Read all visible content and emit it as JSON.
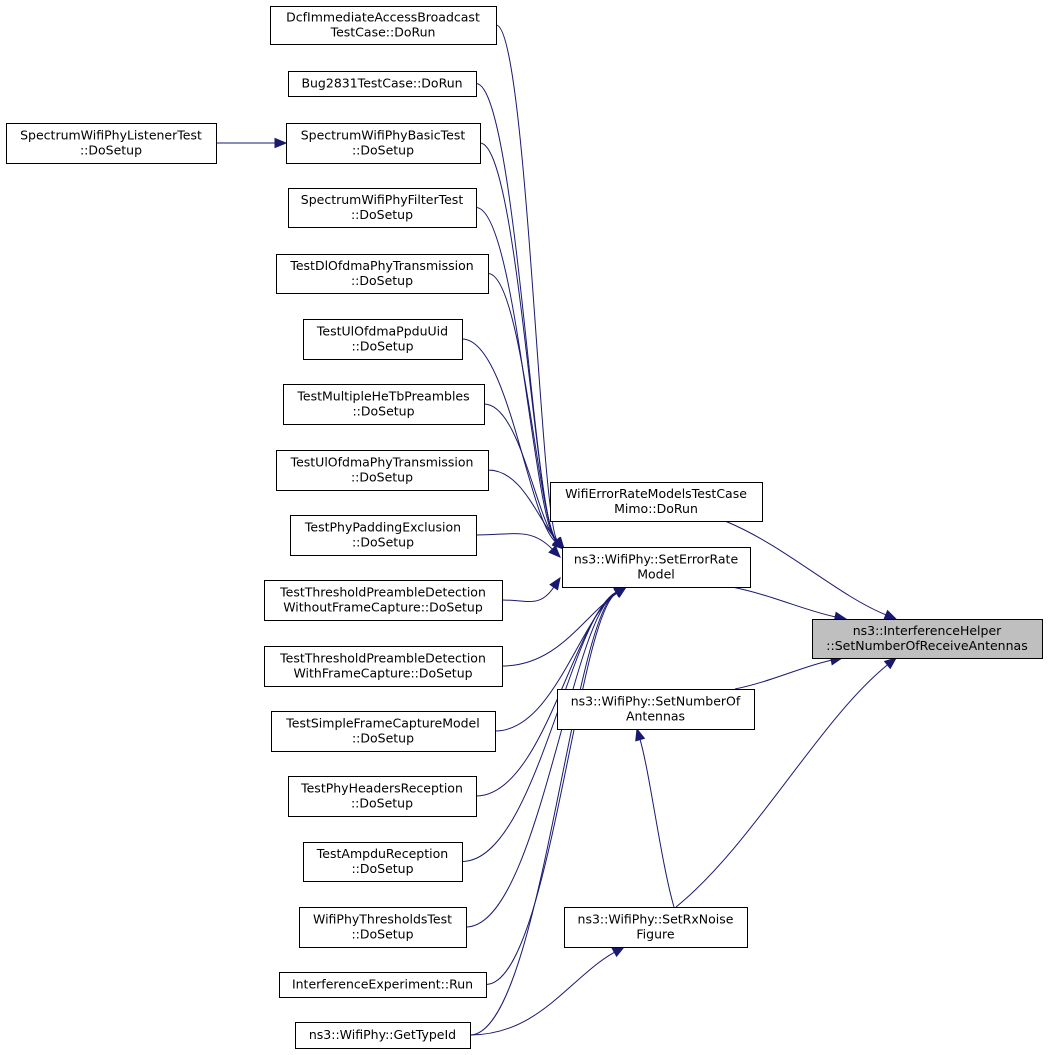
{
  "diagram": {
    "nodes": [
      {
        "id": "dcf",
        "lines": [
          "DcfImmediateAccessBroadcast",
          "TestCase::DoRun"
        ]
      },
      {
        "id": "bug2831",
        "lines": [
          "Bug2831TestCase::DoRun"
        ]
      },
      {
        "id": "listener",
        "lines": [
          "SpectrumWifiPhyListenerTest",
          "::DoSetup"
        ]
      },
      {
        "id": "basic",
        "lines": [
          "SpectrumWifiPhyBasicTest",
          "::DoSetup"
        ]
      },
      {
        "id": "filter",
        "lines": [
          "SpectrumWifiPhyFilterTest",
          "::DoSetup"
        ]
      },
      {
        "id": "dlofdma",
        "lines": [
          "TestDlOfdmaPhyTransmission",
          "::DoSetup"
        ]
      },
      {
        "id": "ulppdu",
        "lines": [
          "TestUlOfdmaPpduUid",
          "::DoSetup"
        ]
      },
      {
        "id": "multihetb",
        "lines": [
          "TestMultipleHeTbPreambles",
          "::DoSetup"
        ]
      },
      {
        "id": "ulofdma",
        "lines": [
          "TestUlOfdmaPhyTransmission",
          "::DoSetup"
        ]
      },
      {
        "id": "padding",
        "lines": [
          "TestPhyPaddingExclusion",
          "::DoSetup"
        ]
      },
      {
        "id": "thrwo",
        "lines": [
          "TestThresholdPreambleDetection",
          "WithoutFrameCapture::DoSetup"
        ]
      },
      {
        "id": "thrwith",
        "lines": [
          "TestThresholdPreambleDetection",
          "WithFrameCapture::DoSetup"
        ]
      },
      {
        "id": "simplecap",
        "lines": [
          "TestSimpleFrameCaptureModel",
          "::DoSetup"
        ]
      },
      {
        "id": "headers",
        "lines": [
          "TestPhyHeadersReception",
          "::DoSetup"
        ]
      },
      {
        "id": "ampdu",
        "lines": [
          "TestAmpduReception",
          "::DoSetup"
        ]
      },
      {
        "id": "thresholds",
        "lines": [
          "WifiPhyThresholdsTest",
          "::DoSetup"
        ]
      },
      {
        "id": "interf",
        "lines": [
          "InterferenceExperiment::Run"
        ]
      },
      {
        "id": "gettypeid",
        "lines": [
          "ns3::WifiPhy::GetTypeId"
        ]
      },
      {
        "id": "mimo",
        "lines": [
          "WifiErrorRateModelsTestCase",
          "Mimo::DoRun"
        ]
      },
      {
        "id": "seterr",
        "lines": [
          "ns3::WifiPhy::SetErrorRate",
          "Model"
        ]
      },
      {
        "id": "setnumant",
        "lines": [
          "ns3::WifiPhy::SetNumberOf",
          "Antennas"
        ]
      },
      {
        "id": "setrxnoise",
        "lines": [
          "ns3::WifiPhy::SetRxNoise",
          "Figure"
        ]
      },
      {
        "id": "target",
        "lines": [
          "ns3::InterferenceHelper",
          "::SetNumberOfReceiveAntennas"
        ]
      }
    ],
    "edges": [
      [
        "listener",
        "basic"
      ],
      [
        "dcf",
        "seterr"
      ],
      [
        "bug2831",
        "seterr"
      ],
      [
        "basic",
        "seterr"
      ],
      [
        "filter",
        "seterr"
      ],
      [
        "dlofdma",
        "seterr"
      ],
      [
        "ulppdu",
        "seterr"
      ],
      [
        "multihetb",
        "seterr"
      ],
      [
        "ulofdma",
        "seterr"
      ],
      [
        "padding",
        "seterr"
      ],
      [
        "thrwo",
        "seterr"
      ],
      [
        "thrwith",
        "seterr"
      ],
      [
        "simplecap",
        "seterr"
      ],
      [
        "headers",
        "seterr"
      ],
      [
        "ampdu",
        "seterr"
      ],
      [
        "thresholds",
        "seterr"
      ],
      [
        "interf",
        "seterr"
      ],
      [
        "gettypeid",
        "seterr"
      ],
      [
        "gettypeid",
        "setrxnoise"
      ],
      [
        "setrxnoise",
        "setnumant"
      ],
      [
        "mimo",
        "target"
      ],
      [
        "seterr",
        "target"
      ],
      [
        "setnumant",
        "target"
      ],
      [
        "setrxnoise",
        "target"
      ]
    ]
  }
}
